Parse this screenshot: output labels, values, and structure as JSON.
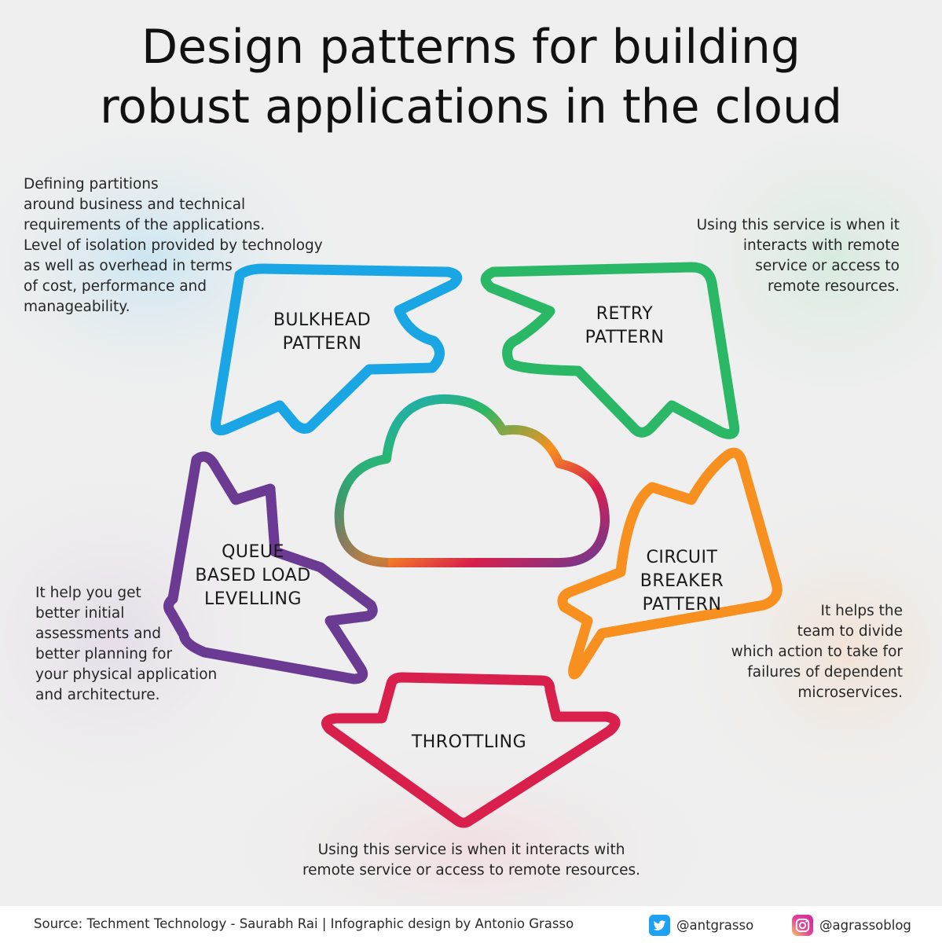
{
  "title": {
    "line1": "Design patterns for building",
    "line2": "robust applications in the cloud"
  },
  "patterns": {
    "bulkhead": {
      "label": [
        "BULKHEAD",
        "PATTERN"
      ],
      "color": "#1aa6e4",
      "description": [
        "Defining partitions",
        "around business and technical",
        "requirements of the applications.",
        "Level of isolation provided by technology",
        "as well as overhead in terms",
        "of cost, performance and",
        "manageability."
      ]
    },
    "retry": {
      "label": [
        "RETRY",
        "PATTERN"
      ],
      "color": "#2bb866",
      "description": [
        "Using this service is when it",
        "interacts with remote",
        "service or access to",
        "remote resources."
      ]
    },
    "queue": {
      "label": [
        "QUEUE",
        "BASED LOAD",
        "LEVELLING"
      ],
      "color": "#6b3a93",
      "description": [
        "It help you get",
        "better initial",
        "assessments and",
        "better planning for",
        "your physical application",
        "and architecture."
      ]
    },
    "circuit": {
      "label": [
        "CIRCUIT",
        "BREAKER",
        "PATTERN"
      ],
      "color": "#f7901e",
      "description": [
        "It helps the",
        "team to divide",
        "which action to take for",
        "failures of dependent",
        "microservices."
      ]
    },
    "throttling": {
      "label": [
        "THROTTLING"
      ],
      "color": "#d91f4c",
      "description": [
        "Using this service is when it interacts with",
        "remote service or access to remote resources."
      ]
    }
  },
  "cloud": {
    "icon": "cloud-icon",
    "gradient": [
      "#1aa6e4",
      "#2bb866",
      "#f7901e",
      "#d91f4c",
      "#6b3a93"
    ]
  },
  "footer": {
    "source": "Source: Techment Technology - Saurabh Rai | Infographic design by Antonio Grasso",
    "twitter": {
      "icon": "twitter-icon",
      "handle": "@antgrasso",
      "color": "#1da1f2"
    },
    "instagram": {
      "icon": "instagram-icon",
      "handle": "@agrassoblog",
      "color": "#d6249f"
    }
  }
}
